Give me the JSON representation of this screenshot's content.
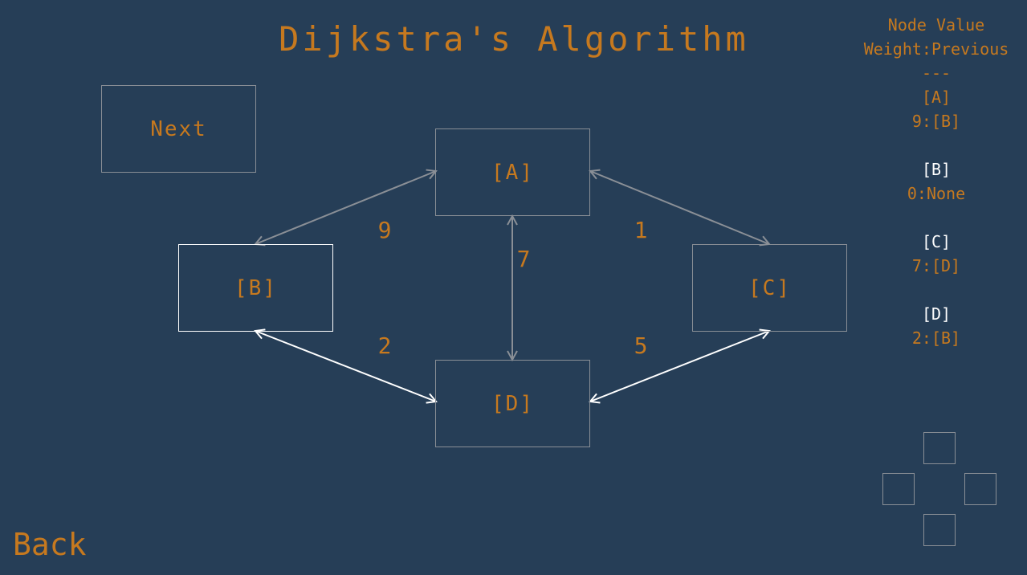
{
  "title": "Dijkstra's Algorithm",
  "next_label": "Next",
  "back_label": "Back",
  "nodes": {
    "A": "[A]",
    "B": "[B]",
    "C": "[C]",
    "D": "[D]"
  },
  "edges": {
    "AB": "9",
    "AC": "1",
    "AD": "7",
    "BD": "2",
    "CD": "5"
  },
  "table": {
    "header_line1": "Node Value",
    "header_line2": "Weight:Previous",
    "divider": "---",
    "rows": [
      {
        "node": "[A]",
        "value": "9:[B]",
        "visited": false
      },
      {
        "node": "[B]",
        "value": "0:None",
        "visited": true
      },
      {
        "node": "[C]",
        "value": "7:[D]",
        "visited": true
      },
      {
        "node": "[D]",
        "value": "2:[B]",
        "visited": true
      }
    ]
  },
  "colors": {
    "background": "#263e57",
    "accent": "#c6791f",
    "edge_default": "#8a8f96",
    "edge_highlight": "#ffffff"
  }
}
